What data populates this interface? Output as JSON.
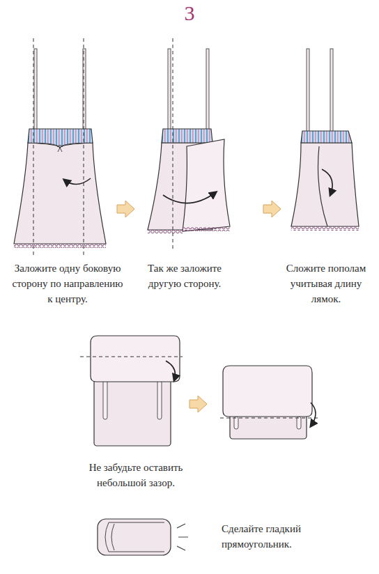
{
  "diagram": {
    "title": "3",
    "labels": [
      "Заложите одну боковую сторону по направлению к центру.",
      "Так же заложите другую сторону.",
      "Сложите пополам учитывая длину лямок.",
      "Не забудьте оставить небольшой зазор.",
      "Сделайте гладкий прямоугольник."
    ]
  }
}
